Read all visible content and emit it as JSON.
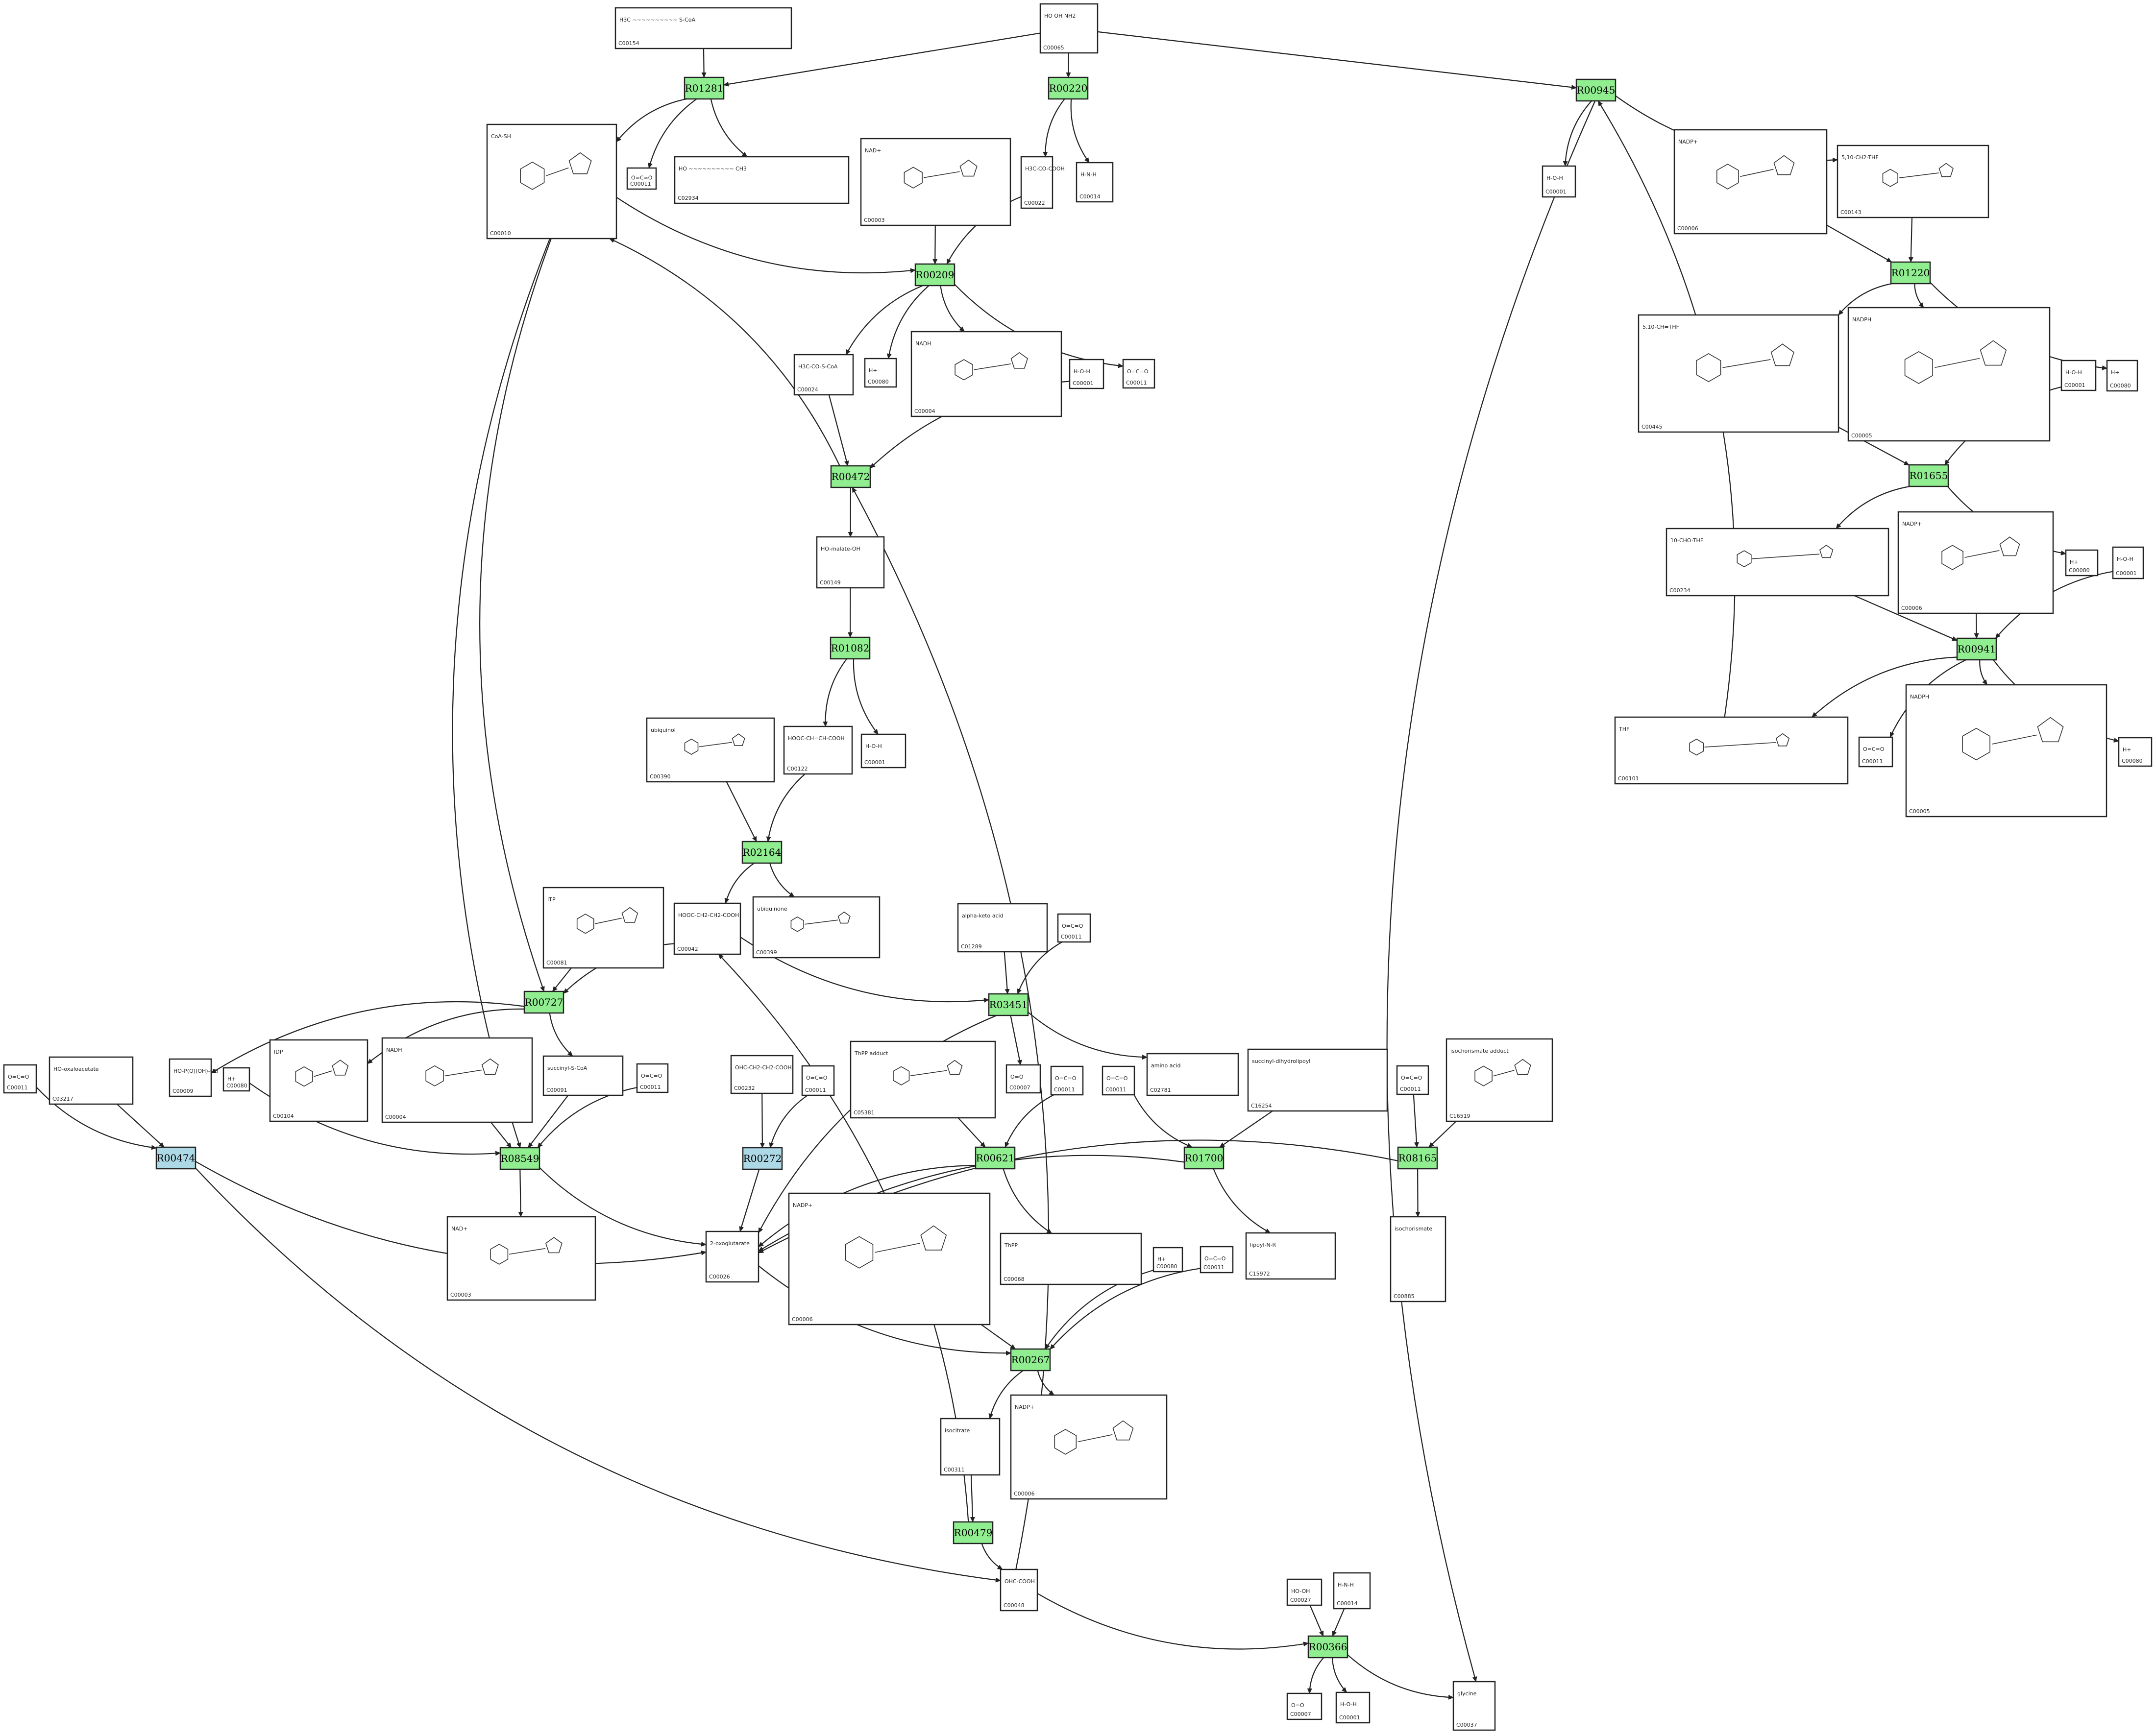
{
  "colors": {
    "reaction_fill": "#90ee90",
    "reaction_fill_alt": "#add8e6",
    "box_stroke": "#222222",
    "edge": "#222222"
  },
  "reactions": [
    {
      "id": "R01281",
      "fill": "#90ee90"
    },
    {
      "id": "R00220",
      "fill": "#90ee90"
    },
    {
      "id": "R00945",
      "fill": "#90ee90"
    },
    {
      "id": "R00209",
      "fill": "#90ee90"
    },
    {
      "id": "R01220",
      "fill": "#90ee90"
    },
    {
      "id": "R01655",
      "fill": "#90ee90"
    },
    {
      "id": "R00472",
      "fill": "#90ee90"
    },
    {
      "id": "R00941",
      "fill": "#90ee90"
    },
    {
      "id": "R01082",
      "fill": "#90ee90"
    },
    {
      "id": "R02164",
      "fill": "#90ee90"
    },
    {
      "id": "R00727",
      "fill": "#90ee90"
    },
    {
      "id": "R03451",
      "fill": "#90ee90"
    },
    {
      "id": "R00474",
      "fill": "#add8e6"
    },
    {
      "id": "R08549",
      "fill": "#90ee90"
    },
    {
      "id": "R00272",
      "fill": "#add8e6"
    },
    {
      "id": "R00621",
      "fill": "#90ee90"
    },
    {
      "id": "R01700",
      "fill": "#90ee90"
    },
    {
      "id": "R08165",
      "fill": "#90ee90"
    },
    {
      "id": "R00267",
      "fill": "#90ee90"
    },
    {
      "id": "R00479",
      "fill": "#90ee90"
    },
    {
      "id": "R00366",
      "fill": "#90ee90"
    }
  ],
  "compounds": [
    {
      "key": "c154",
      "label": "C00154",
      "formula": "H3C ~~~~~~~~~~ S-CoA"
    },
    {
      "key": "c065",
      "label": "C00065",
      "formula": "HO  OH  NH2"
    },
    {
      "key": "c010",
      "label": "C00010",
      "formula": "CoA-SH"
    },
    {
      "key": "c011a",
      "label": "C00011",
      "formula": "O=C=O"
    },
    {
      "key": "c2934",
      "label": "C02934",
      "formula": "HO ~~~~~~~~~~ CH3"
    },
    {
      "key": "c003a",
      "label": "C00003",
      "formula": "NAD+"
    },
    {
      "key": "c022",
      "label": "C00022",
      "formula": "H3C-CO-COOH"
    },
    {
      "key": "c014a",
      "label": "C00014",
      "formula": "H-N-H"
    },
    {
      "key": "c001a",
      "label": "C00001",
      "formula": "H-O-H"
    },
    {
      "key": "c006a",
      "label": "C00006",
      "formula": "NADP+"
    },
    {
      "key": "c143",
      "label": "C00143",
      "formula": "5,10-CH2-THF"
    },
    {
      "key": "c024",
      "label": "C00024",
      "formula": "H3C-CO-S-CoA"
    },
    {
      "key": "c080a",
      "label": "C00080",
      "formula": "H+"
    },
    {
      "key": "c004a",
      "label": "C00004",
      "formula": "NADH"
    },
    {
      "key": "c001b",
      "label": "C00001",
      "formula": "H-O-H"
    },
    {
      "key": "c011b",
      "label": "C00011",
      "formula": "O=C=O"
    },
    {
      "key": "c445",
      "label": "C00445",
      "formula": "5,10-CH=THF"
    },
    {
      "key": "c005a",
      "label": "C00005",
      "formula": "NADPH"
    },
    {
      "key": "c001c",
      "label": "C00001",
      "formula": "H-O-H"
    },
    {
      "key": "c080b",
      "label": "C00080",
      "formula": "H+"
    },
    {
      "key": "c234",
      "label": "C00234",
      "formula": "10-CHO-THF"
    },
    {
      "key": "c006b",
      "label": "C00006",
      "formula": "NADP+"
    },
    {
      "key": "c080c",
      "label": "C00080",
      "formula": "H+"
    },
    {
      "key": "c001d",
      "label": "C00001",
      "formula": "H-O-H"
    },
    {
      "key": "c149",
      "label": "C00149",
      "formula": "HO-malate-OH"
    },
    {
      "key": "c101",
      "label": "C00101",
      "formula": "THF"
    },
    {
      "key": "c011c",
      "label": "C00011",
      "formula": "O=C=O"
    },
    {
      "key": "c005b",
      "label": "C00005",
      "formula": "NADPH"
    },
    {
      "key": "c080d",
      "label": "C00080",
      "formula": "H+"
    },
    {
      "key": "c390",
      "label": "C00390",
      "formula": "ubiquinol"
    },
    {
      "key": "c122",
      "label": "C00122",
      "formula": "HOOC-CH=CH-COOH"
    },
    {
      "key": "c001e",
      "label": "C00001",
      "formula": "H-O-H"
    },
    {
      "key": "c081",
      "label": "C00081",
      "formula": "ITP"
    },
    {
      "key": "c042",
      "label": "C00042",
      "formula": "HOOC-CH2-CH2-COOH"
    },
    {
      "key": "c399",
      "label": "C00399",
      "formula": "ubiquinone"
    },
    {
      "key": "c1289",
      "label": "C01289",
      "formula": "alpha-keto acid"
    },
    {
      "key": "c011d",
      "label": "C00011",
      "formula": "O=C=O"
    },
    {
      "key": "c011e",
      "label": "C00011",
      "formula": "O=C=O"
    },
    {
      "key": "c3217",
      "label": "C03217",
      "formula": "HO-oxaloacetate"
    },
    {
      "key": "c009",
      "label": "C00009",
      "formula": "HO-P(O)(OH)-OH"
    },
    {
      "key": "c080e",
      "label": "C00080",
      "formula": "H+"
    },
    {
      "key": "c104",
      "label": "C00104",
      "formula": "IDP"
    },
    {
      "key": "c004b",
      "label": "C00004",
      "formula": "NADH"
    },
    {
      "key": "c091",
      "label": "C00091",
      "formula": "succinyl-S-CoA"
    },
    {
      "key": "c011f",
      "label": "C00011",
      "formula": "O=C=O"
    },
    {
      "key": "c007a",
      "label": "C00007",
      "formula": "O=O"
    },
    {
      "key": "c232",
      "label": "C00232",
      "formula": "OHC-CH2-CH2-COOH"
    },
    {
      "key": "c011g",
      "label": "C00011",
      "formula": "O=C=O"
    },
    {
      "key": "c5381",
      "label": "C05381",
      "formula": "ThPP adduct"
    },
    {
      "key": "c011h",
      "label": "C00011",
      "formula": "O=C=O"
    },
    {
      "key": "c011i",
      "label": "C00011",
      "formula": "O=C=O"
    },
    {
      "key": "c2781",
      "label": "C02781",
      "formula": "amino acid"
    },
    {
      "key": "c16254",
      "label": "C16254",
      "formula": "succinyl-dihydrolipoyl"
    },
    {
      "key": "c011j",
      "label": "C00011",
      "formula": "O=C=O"
    },
    {
      "key": "c16519",
      "label": "C16519",
      "formula": "isochorismate adduct"
    },
    {
      "key": "c003b",
      "label": "C00003",
      "formula": "NAD+"
    },
    {
      "key": "c026",
      "label": "C00026",
      "formula": "2-oxoglutarate"
    },
    {
      "key": "c006c",
      "label": "C00006",
      "formula": "NADP+"
    },
    {
      "key": "c068",
      "label": "C00068",
      "formula": "ThPP"
    },
    {
      "key": "c080f",
      "label": "C00080",
      "formula": "H+"
    },
    {
      "key": "c011k",
      "label": "C00011",
      "formula": "O=C=O"
    },
    {
      "key": "c15972",
      "label": "C15972",
      "formula": "lipoyl-N-R"
    },
    {
      "key": "c885",
      "label": "C00885",
      "formula": "isochorismate"
    },
    {
      "key": "c311",
      "label": "C00311",
      "formula": "isocitrate"
    },
    {
      "key": "c006d",
      "label": "C00006",
      "formula": "NADP+"
    },
    {
      "key": "c048",
      "label": "C00048",
      "formula": "OHC-COOH"
    },
    {
      "key": "c027",
      "label": "C00027",
      "formula": "HO-OH"
    },
    {
      "key": "c014b",
      "label": "C00014",
      "formula": "H-N-H"
    },
    {
      "key": "c007b",
      "label": "C00007",
      "formula": "O=O"
    },
    {
      "key": "c001f",
      "label": "C00001",
      "formula": "H-O-H"
    },
    {
      "key": "c037",
      "label": "C00037",
      "formula": "glycine"
    }
  ]
}
